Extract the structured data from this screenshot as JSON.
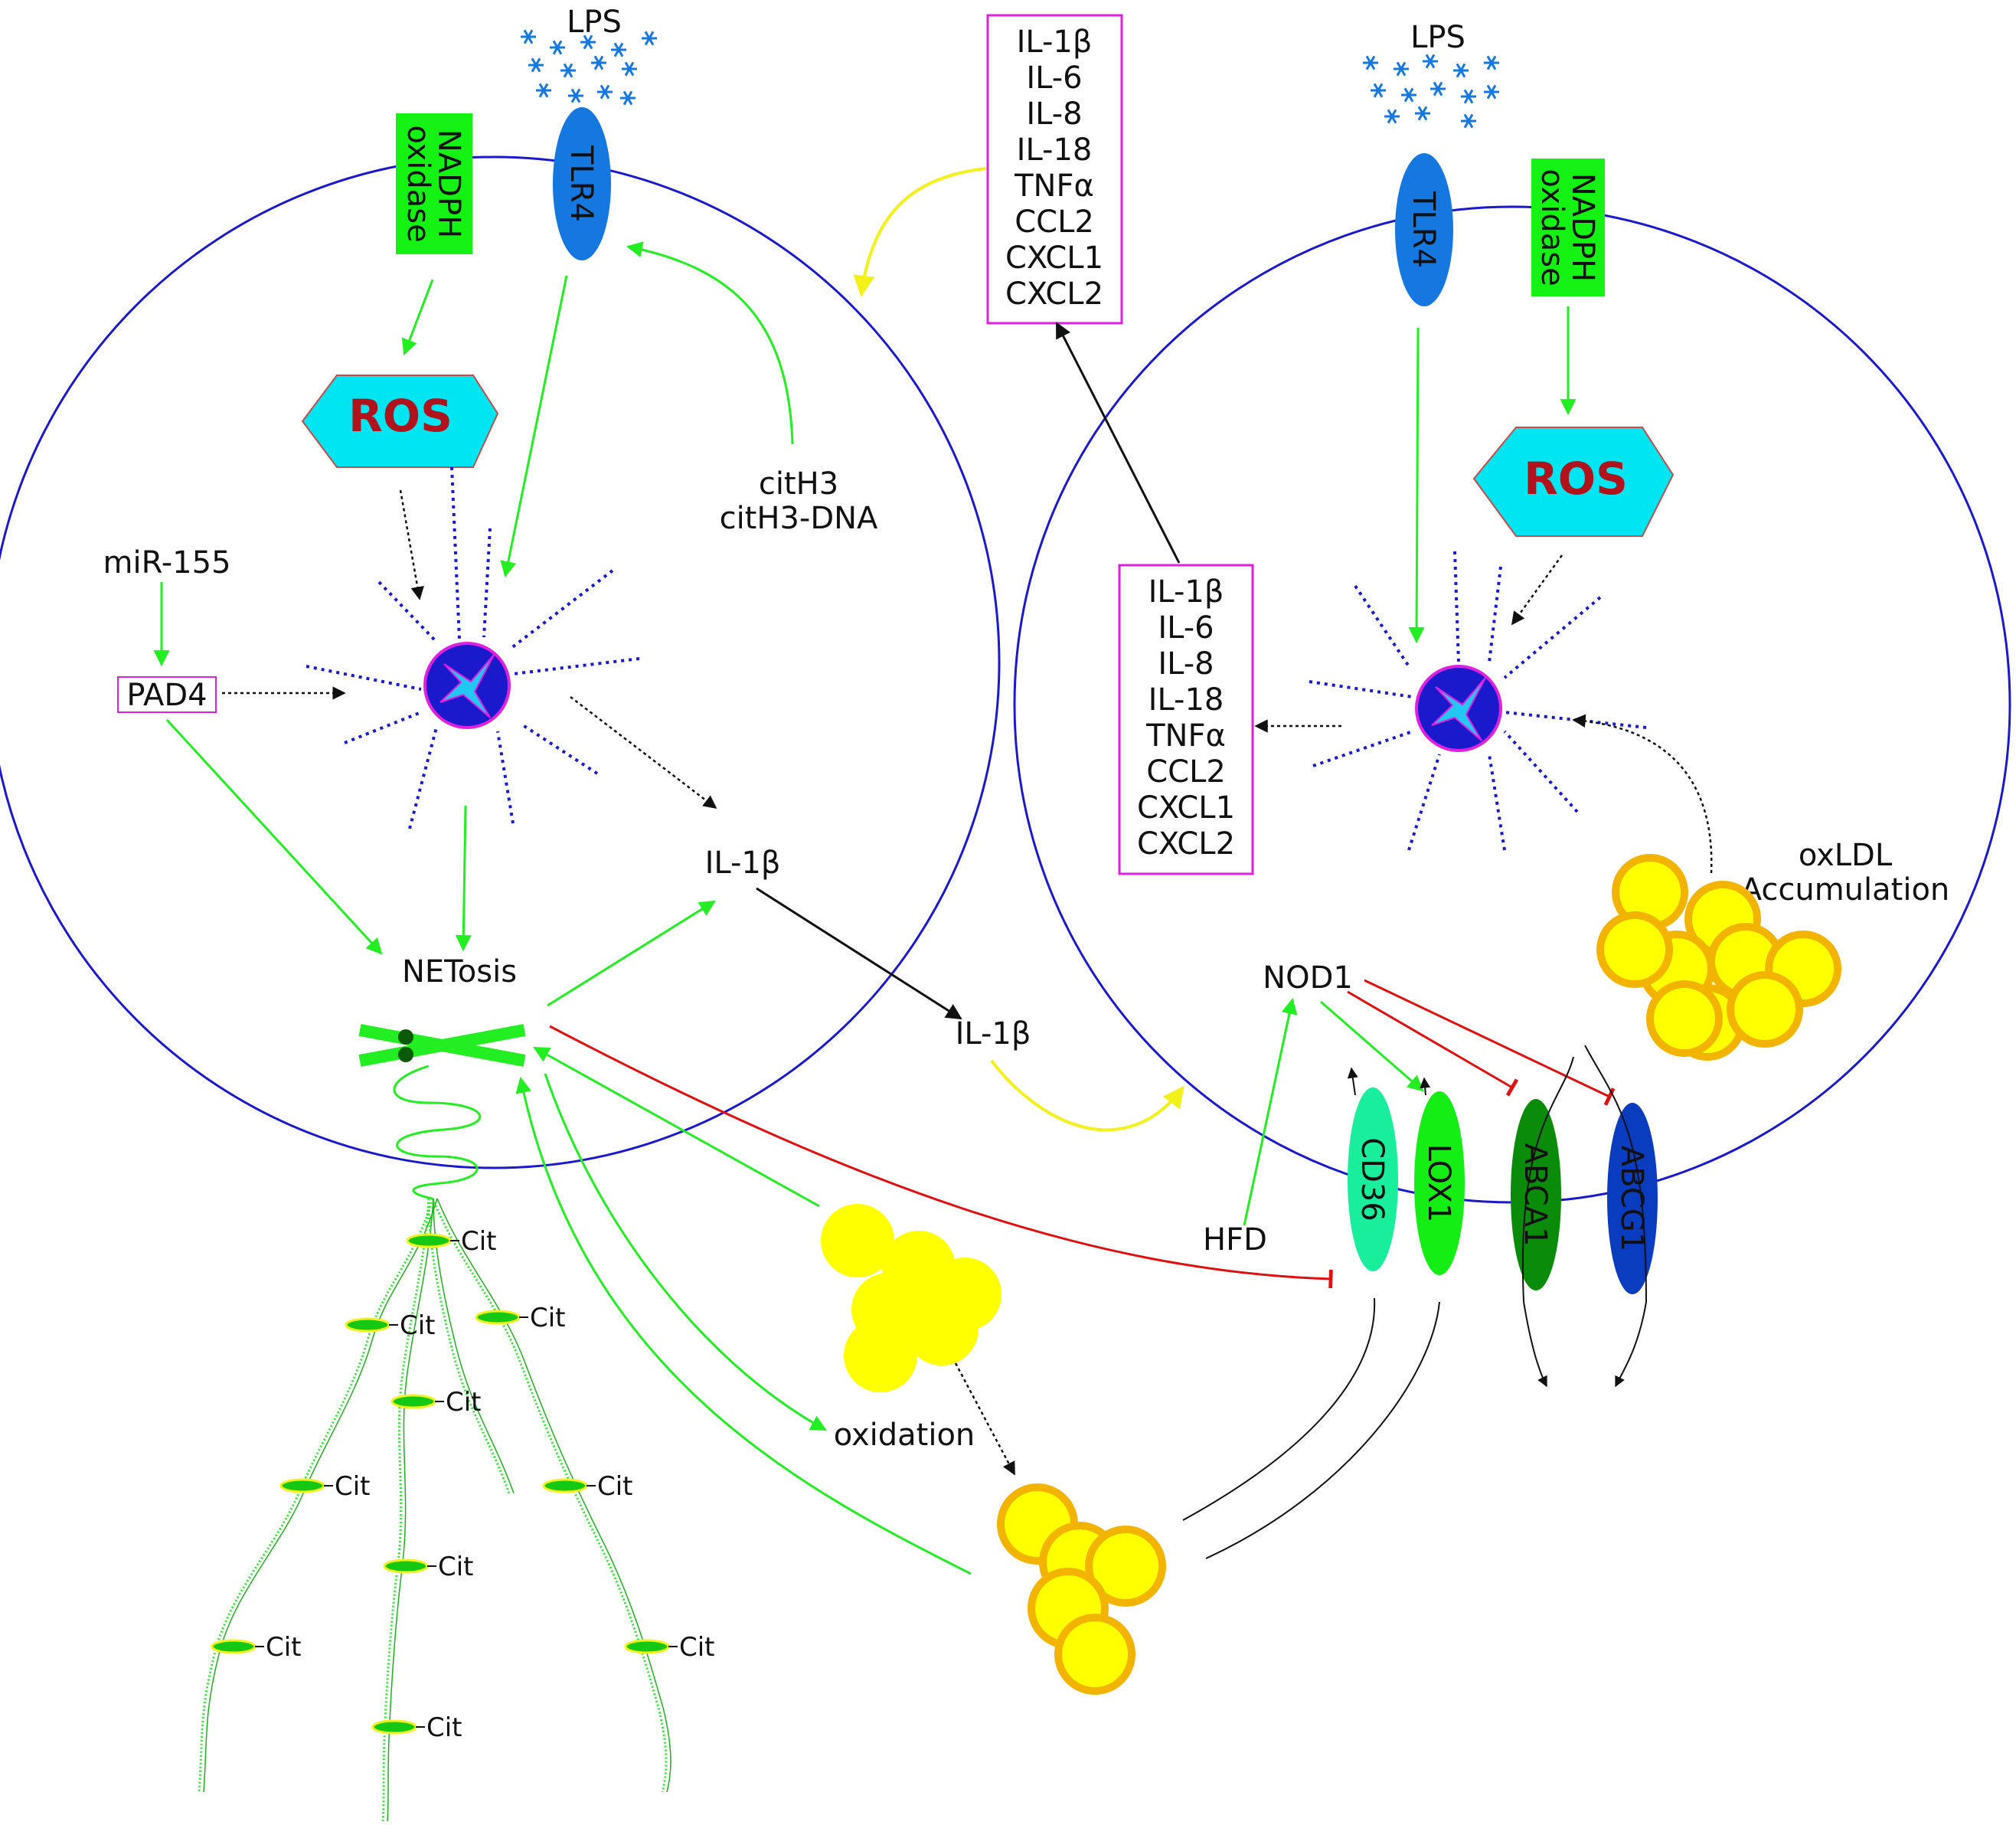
{
  "labels": {
    "lps_left": "LPS",
    "lps_right": "LPS",
    "tlr4": "TLR4",
    "nadph_line1": "NADPH",
    "nadph_line2": "oxidase",
    "ros": "ROS",
    "mir155": "miR-155",
    "pad4": "PAD4",
    "cith3": "citH3",
    "cith3_dna": "citH3-DNA",
    "il1b": "IL-1β",
    "netosis": "NETosis",
    "oxidation": "oxidation",
    "hfd": "HFD",
    "nod1": "NOD1",
    "oxldl_line1": "oxLDL",
    "oxldl_line2": "Accumulation",
    "cit": "Cit"
  },
  "cytokines": [
    "IL-1β",
    "IL-6",
    "IL-8",
    "IL-18",
    "TNFα",
    "CCL2",
    "CXCL1",
    "CXCL2"
  ],
  "receptors": {
    "cd36": "CD36",
    "lox1": "LOX1",
    "abca1": "ABCA1",
    "abcg1": "ABCG1"
  },
  "colors": {
    "membrane": "#1a1acc",
    "activate": "#22ee22",
    "inhibit": "#e01010",
    "secrete": "#f2f21a",
    "cytokine_box": "#e020e0",
    "tlr4": "#1478e0",
    "nadph": "#14f214",
    "ros": "#00e5f2",
    "lipid": "#ffff00",
    "lipid_rim": "#f2b400",
    "cd36": "#18ee9c",
    "lox1": "#14ee14",
    "abca1": "#0a8c0a",
    "abcg1": "#0a3cbf"
  }
}
